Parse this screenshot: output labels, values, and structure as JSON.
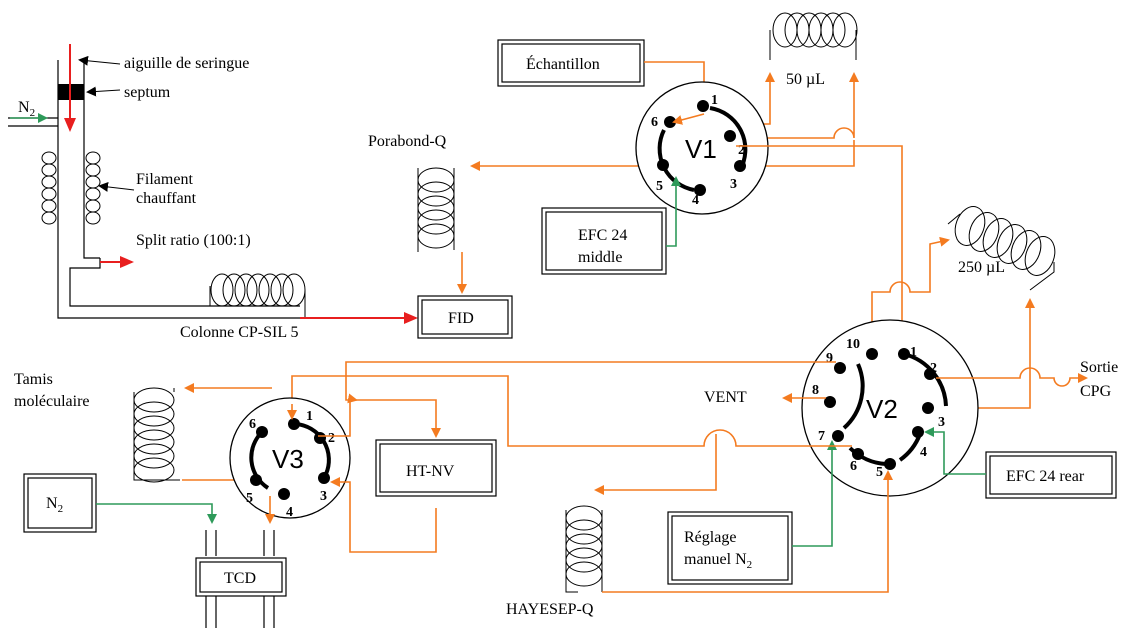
{
  "labels": {
    "needle": "aiguille de seringue",
    "septum": "septum",
    "n2_inlet": "N",
    "n2_inlet_sub": "2",
    "filament_l1": "Filament",
    "filament_l2": "chauffant",
    "split": "Split ratio (100:1)",
    "column_cpsil": "Colonne CP-SIL 5",
    "porabond": "Porabond-Q",
    "loop50": "50 µL",
    "loop250": "250 µL",
    "sortie_l1": "Sortie",
    "sortie_l2": "CPG",
    "vent": "VENT",
    "tamis_l1": "Tamis",
    "tamis_l2": "moléculaire",
    "hayesep": "HAYESEP-Q"
  },
  "boxes": {
    "echantillon": "Échantillon",
    "efc_middle_l1": "EFC 24",
    "efc_middle_l2": "middle",
    "fid": "FID",
    "htnv": "HT-NV",
    "n2_box": "N",
    "n2_box_sub": "2",
    "tcd": "TCD",
    "efc_rear": "EFC 24 rear",
    "reglage_l1": "Réglage",
    "reglage_l2": "manuel N",
    "reglage_sub": "2"
  },
  "valves": {
    "v1": {
      "name": "V1",
      "ports": [
        "1",
        "2",
        "3",
        "4",
        "5",
        "6"
      ]
    },
    "v2": {
      "name": "V2",
      "ports": [
        "1",
        "2",
        "3",
        "4",
        "5",
        "6",
        "7",
        "8",
        "9",
        "10"
      ]
    },
    "v3": {
      "name": "V3",
      "ports": [
        "1",
        "2",
        "3",
        "4",
        "5",
        "6"
      ]
    }
  },
  "colors": {
    "sample_line": "#f47b20",
    "carrier_line": "#2e9a5a",
    "injector_line": "#e81f1f"
  }
}
